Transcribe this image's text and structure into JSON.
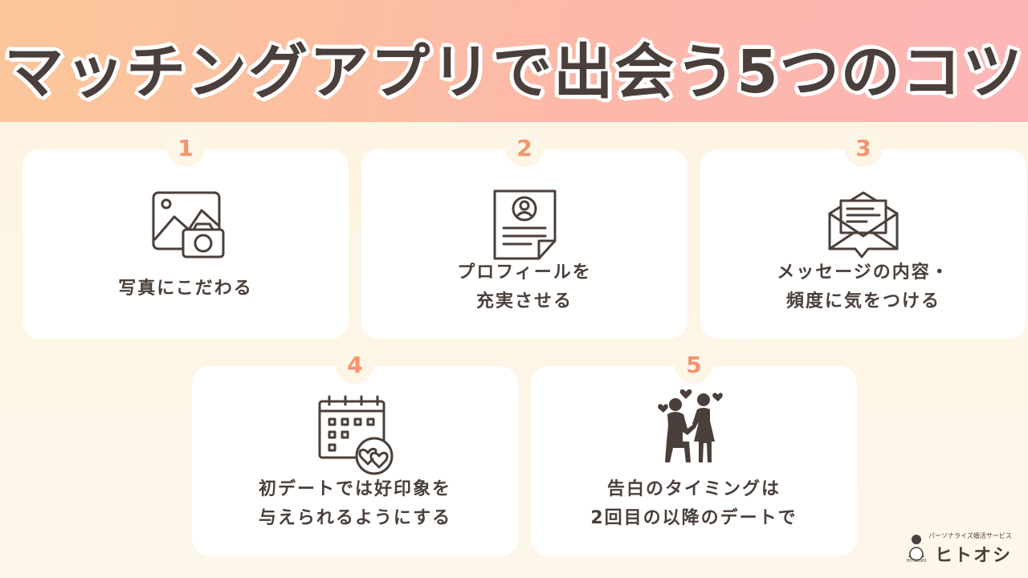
{
  "title": "マッチングアプリで出会う5つのコツ",
  "tips": [
    {
      "number": "1",
      "lines": [
        "写真にこだわる"
      ],
      "icon": "photo-camera-icon"
    },
    {
      "number": "2",
      "lines": [
        "プロフィールを",
        "充実させる"
      ],
      "icon": "profile-document-icon"
    },
    {
      "number": "3",
      "lines": [
        "メッセージの内容・",
        "頻度に気をつける"
      ],
      "icon": "envelope-message-icon"
    },
    {
      "number": "4",
      "lines": [
        "初デートでは好印象を",
        "与えられるようにする"
      ],
      "icon": "calendar-hearts-icon"
    },
    {
      "number": "5",
      "lines": [
        "告白のタイミングは",
        "2回目の以降のデートで"
      ],
      "icon": "proposal-couple-icon"
    }
  ],
  "logo": {
    "tagline": "パーソナライズ婚活サービス",
    "name": "ヒトオシ",
    "mark_text": "HITOOSHI"
  },
  "colors": {
    "accent_number": "#f4936d",
    "text": "#4a3f3a",
    "header_gradient_start": "#fbc79a",
    "header_gradient_end": "#fdb5b7",
    "background": "#fdf5e6"
  }
}
